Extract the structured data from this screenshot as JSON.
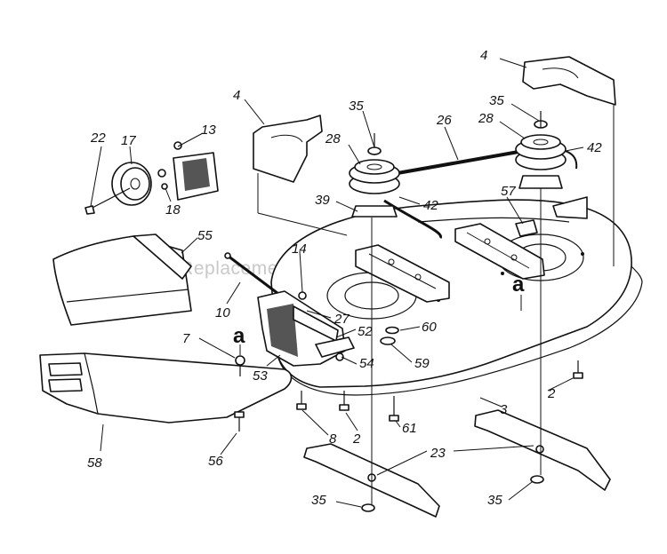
{
  "watermark": "eReplacementParts.com",
  "callouts": [
    {
      "id": "c-4-left",
      "text": "4"
    },
    {
      "id": "c-4-right",
      "text": "4"
    },
    {
      "id": "c-35-top-left",
      "text": "35"
    },
    {
      "id": "c-35-top-right",
      "text": "35"
    },
    {
      "id": "c-26",
      "text": "26"
    },
    {
      "id": "c-28-left",
      "text": "28"
    },
    {
      "id": "c-28-right",
      "text": "28"
    },
    {
      "id": "c-42-right",
      "text": "42"
    },
    {
      "id": "c-42-left",
      "text": "42"
    },
    {
      "id": "c-39",
      "text": "39"
    },
    {
      "id": "c-57",
      "text": "57"
    },
    {
      "id": "c-22",
      "text": "22"
    },
    {
      "id": "c-17",
      "text": "17"
    },
    {
      "id": "c-13",
      "text": "13"
    },
    {
      "id": "c-18",
      "text": "18"
    },
    {
      "id": "c-55",
      "text": "55"
    },
    {
      "id": "c-14",
      "text": "14"
    },
    {
      "id": "c-10",
      "text": "10"
    },
    {
      "id": "c-27",
      "text": "27"
    },
    {
      "id": "c-52",
      "text": "52"
    },
    {
      "id": "c-60",
      "text": "60"
    },
    {
      "id": "c-7",
      "text": "7"
    },
    {
      "id": "c-53",
      "text": "53"
    },
    {
      "id": "c-54",
      "text": "54"
    },
    {
      "id": "c-59",
      "text": "59"
    },
    {
      "id": "c-2-right",
      "text": "2"
    },
    {
      "id": "c-3",
      "text": "3"
    },
    {
      "id": "c-8",
      "text": "8"
    },
    {
      "id": "c-2-center",
      "text": "2"
    },
    {
      "id": "c-61",
      "text": "61"
    },
    {
      "id": "c-58",
      "text": "58"
    },
    {
      "id": "c-56",
      "text": "56"
    },
    {
      "id": "c-23",
      "text": "23"
    },
    {
      "id": "c-35-bottom-left",
      "text": "35"
    },
    {
      "id": "c-35-bottom-right",
      "text": "35"
    }
  ],
  "markers": [
    {
      "id": "marker-a-left",
      "text": "a"
    },
    {
      "id": "marker-a-right",
      "text": "a"
    }
  ]
}
